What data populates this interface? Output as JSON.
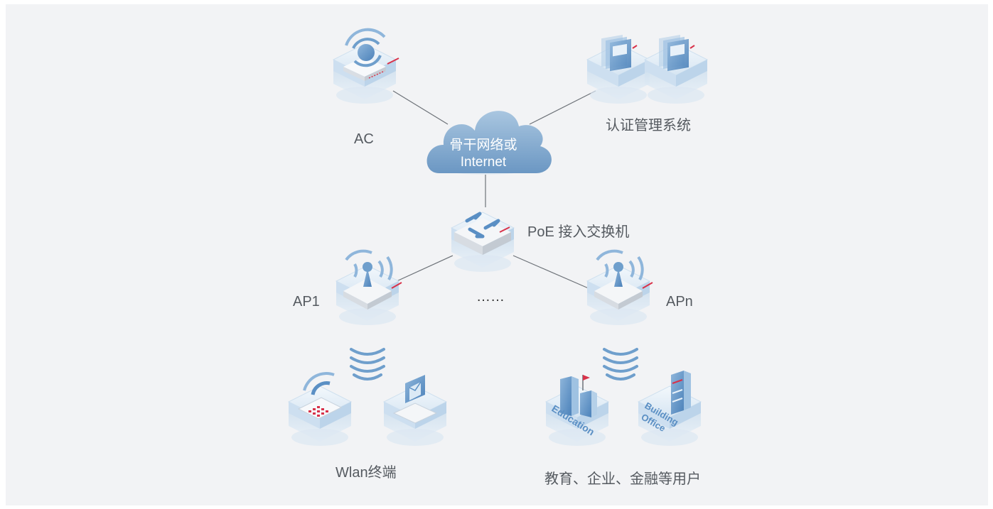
{
  "nodes": {
    "ac": {
      "label": "AC"
    },
    "auth": {
      "label": "认证管理系统"
    },
    "cloud": {
      "line1": "骨干网络或",
      "line2": "Internet"
    },
    "poe": {
      "label": "PoE 接入交换机"
    },
    "ap1": {
      "label": "AP1"
    },
    "apn": {
      "label": "APn"
    },
    "ellipsis": {
      "label": "……"
    },
    "wlan": {
      "label": "Wlan终端"
    },
    "users": {
      "label": "教育、企业、金融等用户"
    },
    "education": {
      "label": "Education"
    },
    "building": {
      "line1": "Building",
      "line2": "Office"
    }
  },
  "colors": {
    "background": "#f2f3f5",
    "tile": "#dfeaf4",
    "accent": "#d8324a",
    "device_blue": "#5a8fc4",
    "cloud": "#7ea8cf",
    "link": "#6d7278",
    "label": "#555a60"
  }
}
